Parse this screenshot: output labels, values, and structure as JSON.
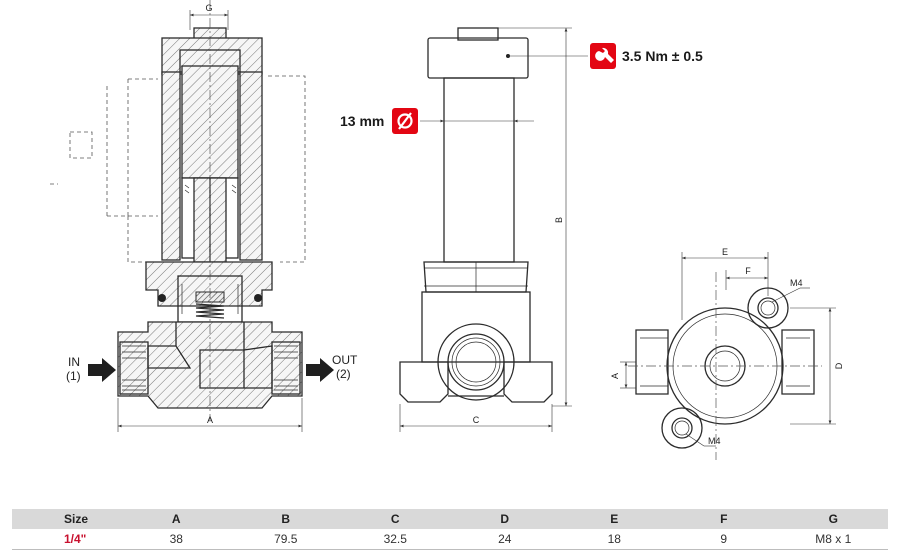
{
  "dimension_labels": {
    "g": "G",
    "a_section": "A",
    "b": "B",
    "c": "C",
    "e": "E",
    "f": "F",
    "a_bottom": "A",
    "d": "D",
    "m4_top": "M4",
    "m4_bottom": "M4"
  },
  "ports": {
    "in_label": "IN",
    "in_number": "(1)",
    "out_label": "OUT",
    "out_number": "(2)"
  },
  "callouts": {
    "torque": "3.5 Nm ± 0.5",
    "wrench_icon": "wrench-icon",
    "nut_size": "13 mm",
    "diameter_icon": "diameter-icon",
    "icon_color": "#e30613"
  },
  "spec_table": {
    "headers": [
      "Size",
      "A",
      "B",
      "C",
      "D",
      "E",
      "F",
      "G"
    ],
    "rows": [
      [
        "1/4\"",
        "38",
        "79.5",
        "32.5",
        "24",
        "18",
        "9",
        "M8 x 1"
      ]
    ],
    "header_bg": "#d9d9d9",
    "size_color": "#c8102e"
  }
}
